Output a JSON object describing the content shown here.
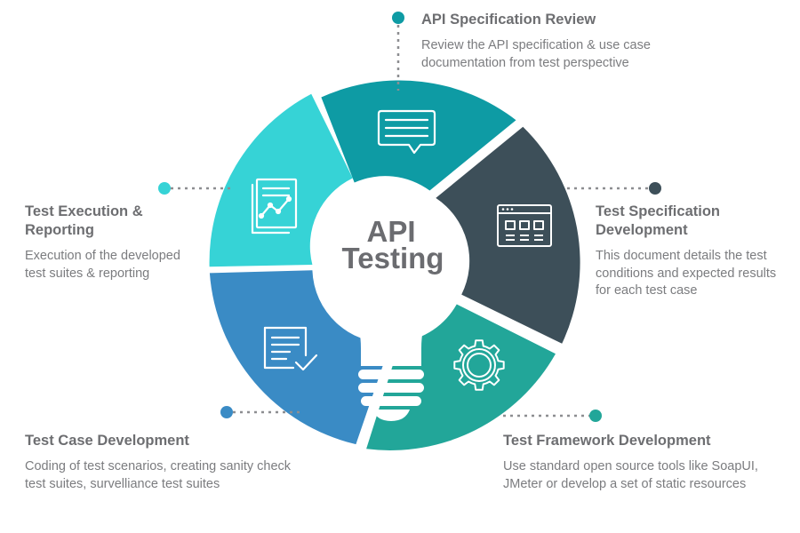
{
  "center": {
    "line1": "API",
    "line2": "Testing"
  },
  "steps": [
    {
      "title": "API Specification Review",
      "description": "Review the API specification & use case documentation from test perspective",
      "color": "#0e9ba4",
      "icon": "chat-bubble-icon"
    },
    {
      "title": "Test Specification Development",
      "description": "This document details the test conditions and expected results for each test case",
      "color": "#3d4f59",
      "icon": "browser-window-icon"
    },
    {
      "title": "Test Framework Development",
      "description": "Use standard open source tools like SoapUI, JMeter or develop a set of static resources",
      "color": "#22a699",
      "icon": "gear-icon"
    },
    {
      "title": "Test Case Development",
      "description": "Coding of test scenarios, creating sanity check test suites, survelliance test suites",
      "color": "#3a8bc5",
      "icon": "checklist-document-icon"
    },
    {
      "title": "Test Execution & Reporting",
      "description": "Execution of the developed test suites & reporting",
      "color": "#36d3d6",
      "icon": "report-chart-icon"
    }
  ],
  "bulb_color": "#ffffff",
  "connector_color": "#8d8e91"
}
